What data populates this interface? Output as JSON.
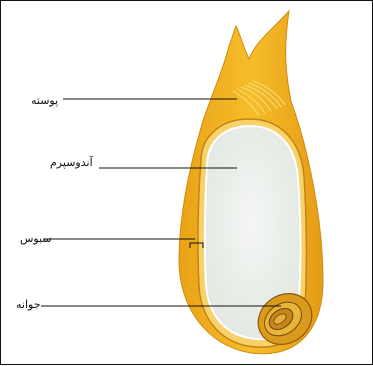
{
  "labels": {
    "husk": "پوسته",
    "endosperm": "آندوسپرم",
    "bran": "سبوس",
    "germ": "جوانه"
  },
  "colors": {
    "husk": "#f2b01e",
    "husk_light": "#f7cf4a",
    "husk_dark": "#d9900e",
    "endosperm": "#eef2ec",
    "germ": "#c98a14",
    "lines": "#111111"
  }
}
